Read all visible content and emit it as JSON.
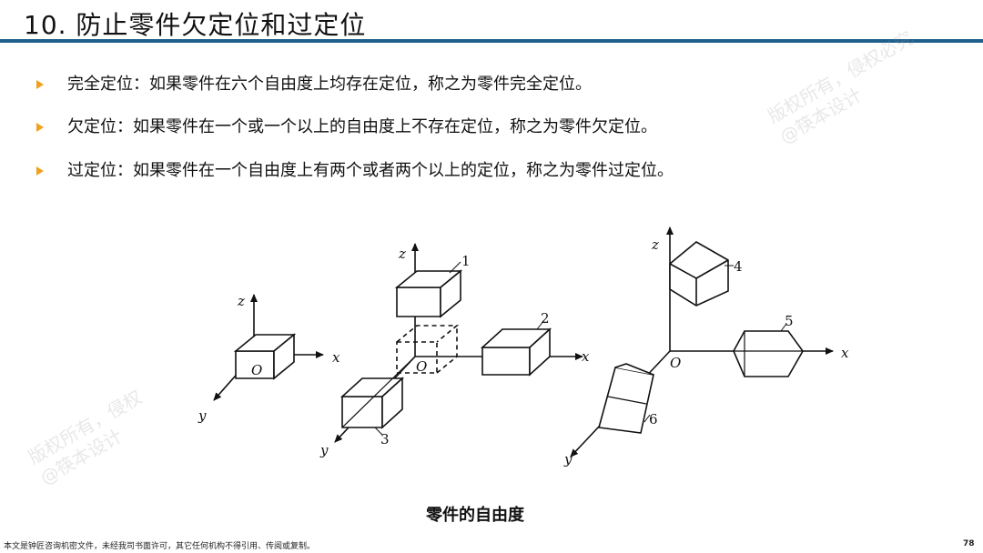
{
  "header": {
    "title": "10. 防止零件欠定位和过定位"
  },
  "bullets": [
    {
      "text": "完全定位：如果零件在六个自由度上均存在定位，称之为零件完全定位。"
    },
    {
      "text": "欠定位：如果零件在一个或一个以上的自由度上不存在定位，称之为零件欠定位。"
    },
    {
      "text": "过定位：如果零件在一个自由度上有两个或者两个以上的定位，称之为零件过定位。"
    }
  ],
  "figure": {
    "caption": "零件的自由度",
    "axis_labels": {
      "z": "z",
      "x": "x",
      "y": "y",
      "origin": "O"
    },
    "part_numbers": [
      "1",
      "2",
      "3",
      "4",
      "5",
      "6"
    ]
  },
  "watermarks": {
    "right_line1": "版权所有，侵权必究",
    "right_line2": "@筷本设计",
    "left_line1": "版权所有，侵权",
    "left_line2": "@筷本设计"
  },
  "footer": {
    "notice": "本文是钟匠咨询机密文件，未经我司书面许可，其它任何机构不得引用、传阅或复制。",
    "page_number": "78"
  },
  "colors": {
    "rule": "#1f5f8b",
    "bullet_arrow": "#f0a020"
  }
}
